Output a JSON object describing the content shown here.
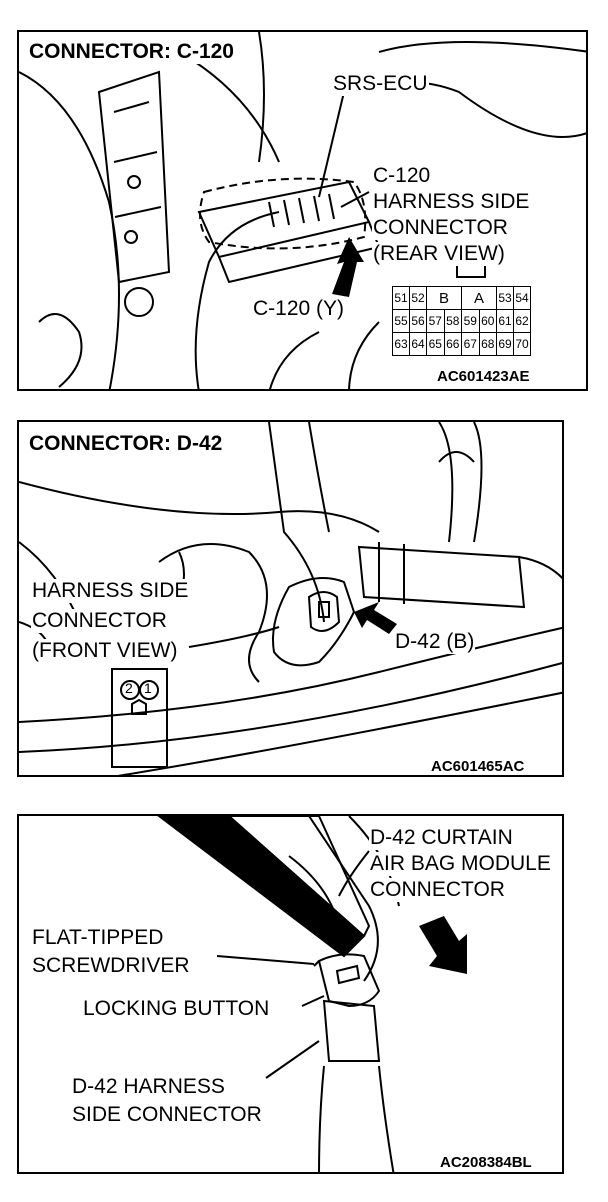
{
  "panel1": {
    "title": "CONNECTOR: C-120",
    "srs_ecu_label": "SRS-ECU",
    "harness_label_lines": [
      "C-120",
      "HARNESS SIDE",
      "CONNECTOR",
      "(REAR VIEW)"
    ],
    "connector_id": "C-120 (Y)",
    "pinout_rows": [
      [
        "51",
        "52",
        "B",
        "A",
        "53",
        "54"
      ],
      [
        "55",
        "56",
        "57",
        "58",
        "59",
        "60",
        "61",
        "62"
      ],
      [
        "63",
        "64",
        "65",
        "66",
        "67",
        "68",
        "69",
        "70"
      ]
    ],
    "figure_code": "AC601423AE"
  },
  "panel2": {
    "title": "CONNECTOR: D-42",
    "harness_label_lines": [
      "HARNESS SIDE",
      "CONNECTOR",
      "(FRONT VIEW)"
    ],
    "connector_id": "D-42 (B)",
    "pins": [
      "2",
      "1"
    ],
    "figure_code": "AC601465AC"
  },
  "panel3": {
    "module_label_lines": [
      "D-42 CURTAIN",
      "AIR BAG MODULE",
      "CONNECTOR"
    ],
    "screwdriver_label_lines": [
      "FLAT-TIPPED",
      "SCREWDRIVER"
    ],
    "locking_button_label": "LOCKING BUTTON",
    "harness_label_lines": [
      "D-42 HARNESS",
      "SIDE CONNECTOR"
    ],
    "figure_code": "AC208384BL"
  }
}
